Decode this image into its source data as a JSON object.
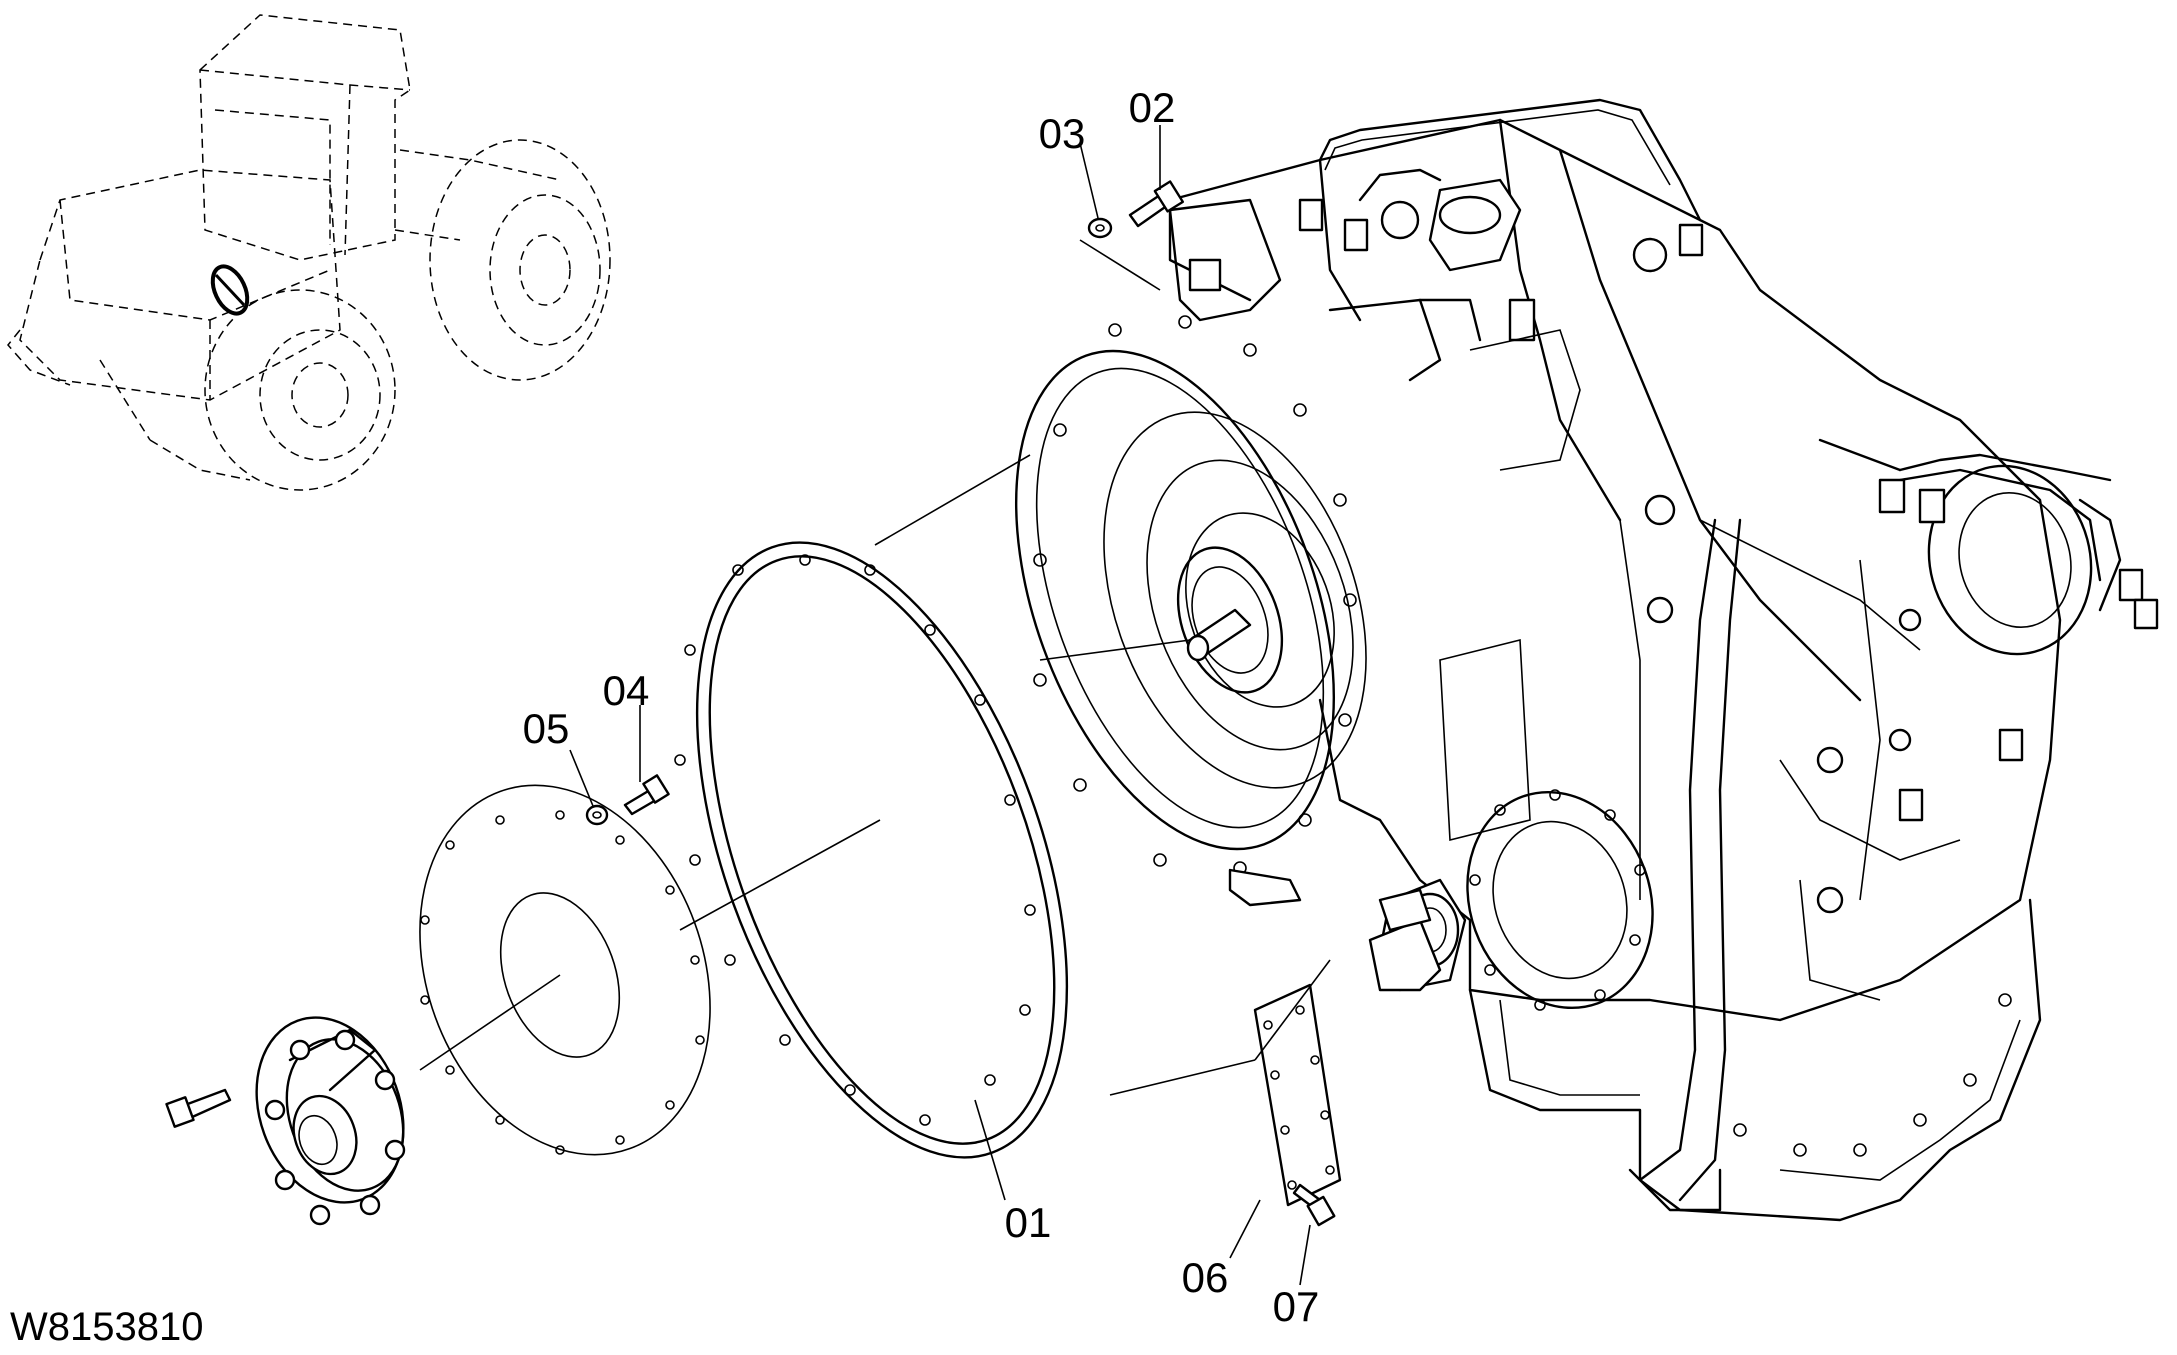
{
  "drawing_number": "W8153810",
  "callouts": {
    "p01": "01",
    "p02": "02",
    "p03": "03",
    "p04": "04",
    "p05": "05",
    "p06": "06",
    "p07": "07"
  },
  "icons": {
    "locator": "machine-locator-icon",
    "transmission": "transmission-assembly-icon"
  }
}
